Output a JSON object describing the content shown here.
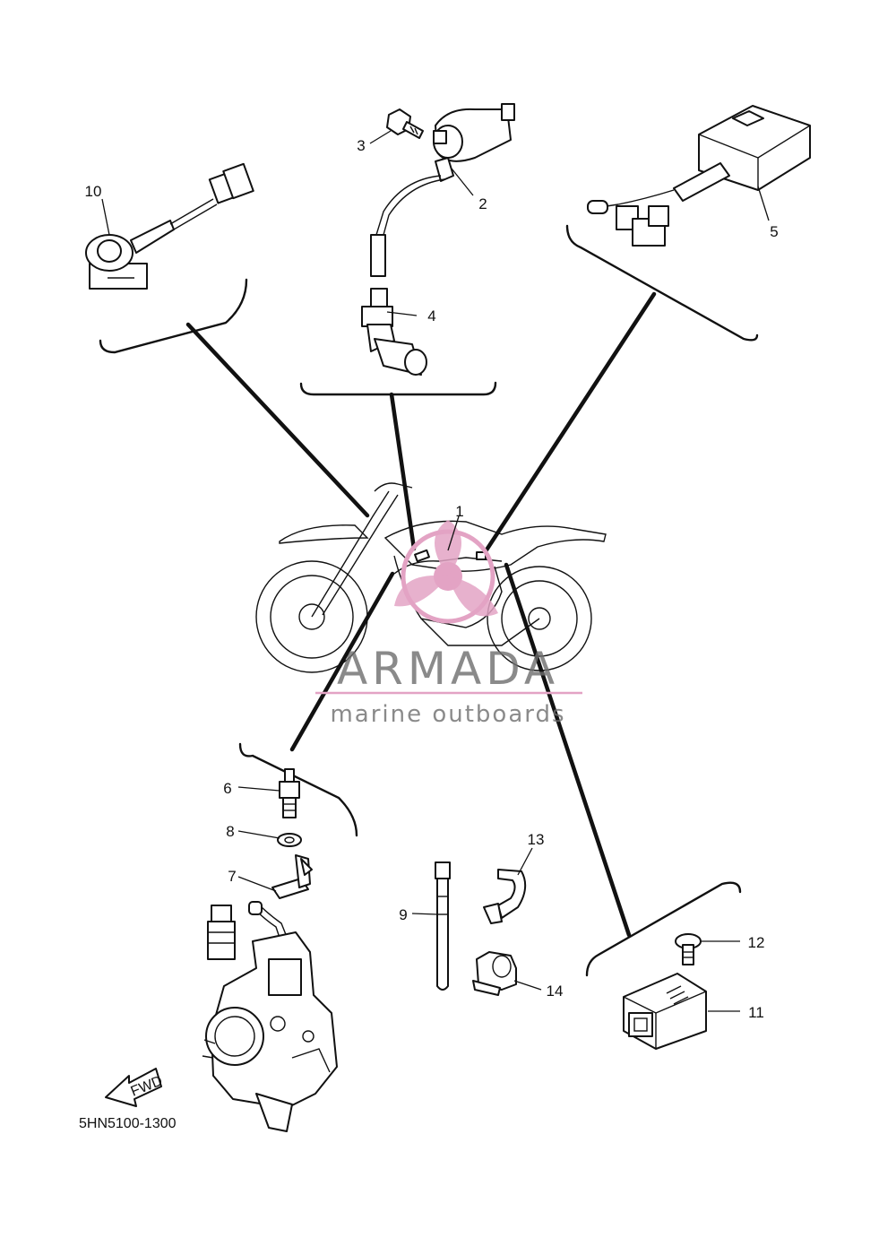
{
  "callouts": {
    "c1": "1",
    "c2": "2",
    "c3": "3",
    "c4": "4",
    "c5": "5",
    "c6": "6",
    "c7": "7",
    "c8": "8",
    "c9": "9",
    "c10": "10",
    "c11": "11",
    "c12": "12",
    "c13": "13",
    "c14": "14"
  },
  "reference_code": "5HN5100-1300",
  "fwd_label": "FWD",
  "watermark": {
    "brand": "ARMADA",
    "tagline": "marine outboards",
    "brand_color": "#6d6d6d",
    "logo_color": "#e3a3c4"
  },
  "colors": {
    "line": "#111111",
    "background": "#ffffff"
  }
}
